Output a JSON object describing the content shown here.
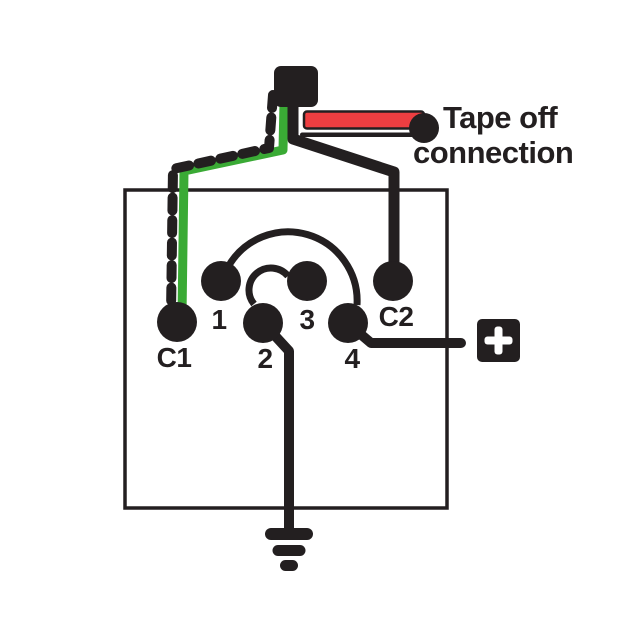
{
  "diagram": {
    "note": {
      "line1": "Tape off",
      "line2": "connection"
    },
    "terminals": {
      "c1": "C1",
      "t1": "1",
      "t2": "2",
      "t3": "3",
      "t4": "4",
      "c2": "C2"
    },
    "positive_terminal_symbol": "+",
    "colors": {
      "black": "#231f20",
      "green": "#3aaa35",
      "red": "#ee3e41",
      "background": "#ffffff"
    },
    "icons": {
      "connector": "connector-block",
      "tape_off_dot": "wire-end-dot",
      "positive": "plus-in-square",
      "ground": "ground-symbol"
    }
  }
}
